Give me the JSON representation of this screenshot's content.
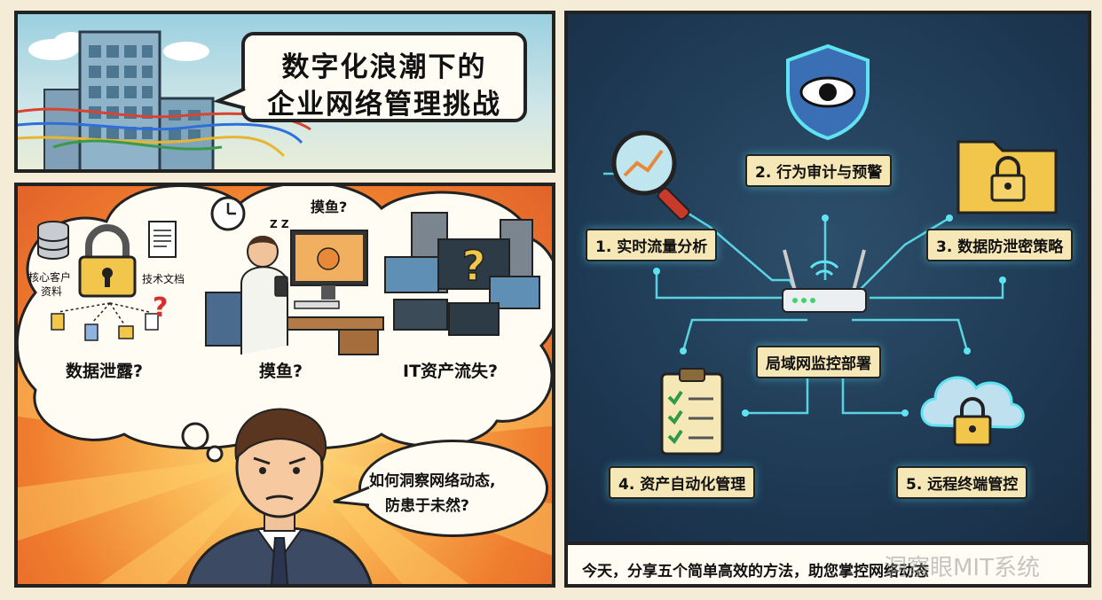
{
  "title": {
    "line1": "数字化浪潮下的",
    "line2": "企业网络管理挑战"
  },
  "thought": {
    "small_question": "摸鱼?",
    "data_leak": "数据泄露?",
    "slacking": "摸鱼?",
    "it_asset_loss": "IT资产流失?",
    "core_client_data": "核心客户资料",
    "core_client_line1": "核心客户",
    "core_client_line2": "资料",
    "tech_docs": "技术文档",
    "zz": "Z Z"
  },
  "speech": {
    "line1": "如何洞察网络动态,",
    "line2": "防患于未然?"
  },
  "features": {
    "center": "局域网监控部署",
    "f1": "1. 实时流量分析",
    "f2": "2. 行为审计与预警",
    "f3": "3. 数据防泄密策略",
    "f4": "4. 资产自动化管理",
    "f5": "5. 远程终端管控"
  },
  "footer": {
    "text": "今天，分享五个简单高效的方法，助您掌控网络动态",
    "watermark": "洞察眼MIT系统"
  },
  "colors": {
    "accent_cyan": "#5fe3f0",
    "tag_bg": "#f6e7b6",
    "dark_navy": "#1f3a55",
    "orange_burst": "#ef7d2e"
  }
}
